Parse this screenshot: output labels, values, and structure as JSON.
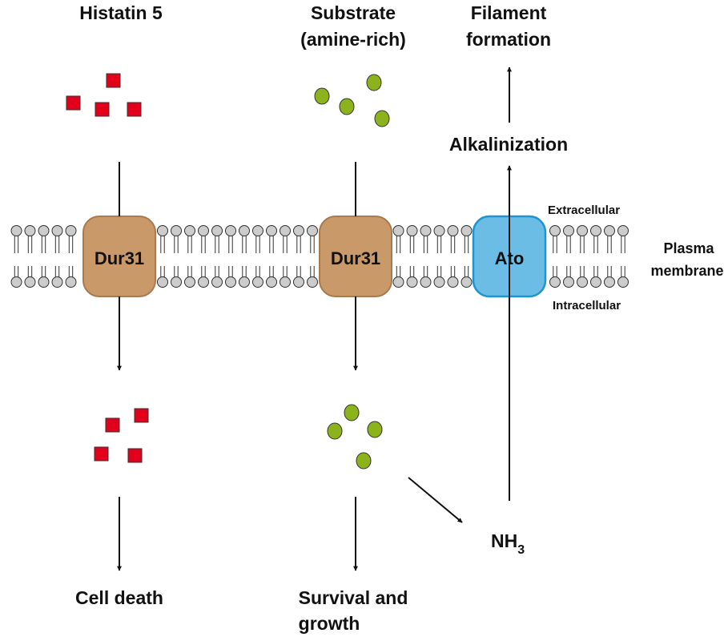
{
  "labels": {
    "histatin": "Histatin 5",
    "substrate_line1": "Substrate",
    "substrate_line2": "(amine-rich)",
    "filament_line1": "Filament",
    "filament_line2": "formation",
    "alkalinization": "Alkalinization",
    "extracellular": "Extracellular",
    "intracellular": "Intracellular",
    "membrane_line1": "Plasma",
    "membrane_line2": "membrane",
    "cell_death": "Cell death",
    "survival_line1": "Survival and",
    "survival_line2": "growth",
    "nh3_main": "NH",
    "nh3_sub": "3"
  },
  "proteins": {
    "dur31_left": "Dur31",
    "dur31_right": "Dur31",
    "ato": "Ato"
  },
  "colors": {
    "histatin_square": "#e2001a",
    "substrate_circle": "#8db31c",
    "dur31": "#c9996a",
    "dur31_border": "#a87a4e",
    "ato": "#6cbde6",
    "ato_border": "#1f95cf",
    "lipid_head": "#cccccc",
    "arrow": "#111111"
  }
}
